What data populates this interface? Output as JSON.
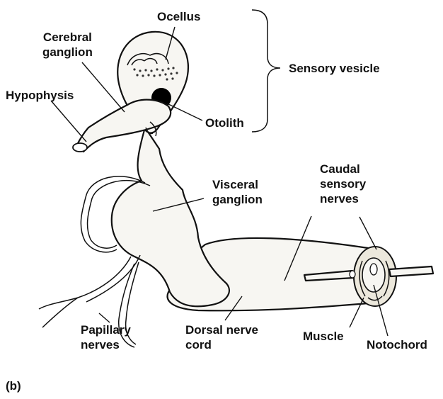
{
  "labels": {
    "ocellus": "Ocellus",
    "cerebral_ganglion": [
      "Cerebral",
      "ganglion"
    ],
    "hypophysis": "Hypophysis",
    "sensory_vesicle": "Sensory vesicle",
    "otolith": "Otolith",
    "visceral_ganglion": [
      "Visceral",
      "ganglion"
    ],
    "caudal_sensory_nerves": [
      "Caudal",
      "sensory",
      "nerves"
    ],
    "papillary_nerves": [
      "Papillary",
      "nerves"
    ],
    "dorsal_nerve_cord": [
      "Dorsal nerve",
      "cord"
    ],
    "muscle": "Muscle",
    "notochord": "Notochord"
  },
  "panel_label": "(b)"
}
